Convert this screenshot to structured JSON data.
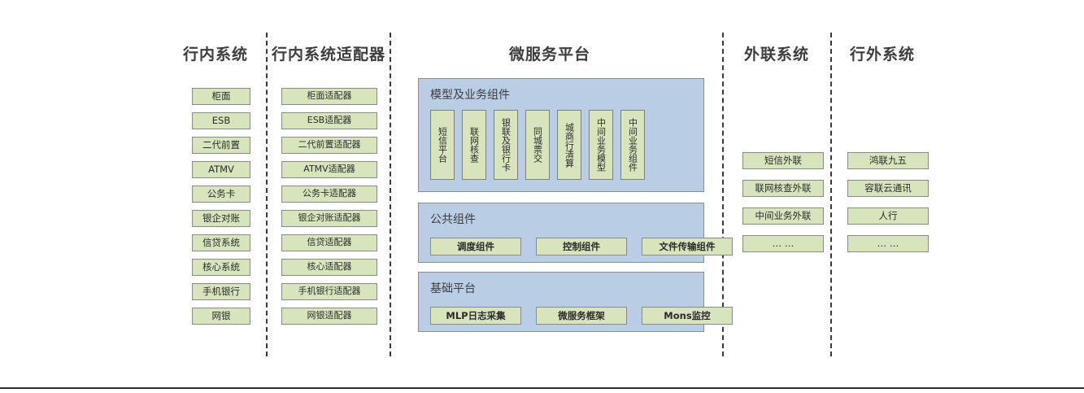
{
  "columns": [
    {
      "id": "intra-bank-systems",
      "title": "行内系统",
      "items": [
        "柜面",
        "ESB",
        "二代前置",
        "ATMV",
        "公务卡",
        "银企对账",
        "信贷系统",
        "核心系统",
        "手机银行",
        "网银"
      ]
    },
    {
      "id": "intra-bank-adapters",
      "title": "行内系统适配器",
      "items": [
        "柜面适配器",
        "ESB适配器",
        "二代前置适配器",
        "ATMV适配器",
        "公务卡适配器",
        "银企对账适配器",
        "信贷适配器",
        "核心适配器",
        "手机银行适配器",
        "网银适配器"
      ]
    },
    {
      "id": "microservice-platform",
      "title": "微服务平台",
      "panels": [
        {
          "id": "model-and-business-components",
          "label": "模型及业务组件",
          "orientation": "vertical",
          "items": [
            "短信平台",
            "联网核查",
            "银联及银行卡",
            "同城票交",
            "城商行清算",
            "中间业务模型",
            "中间业务组件"
          ]
        },
        {
          "id": "public-components",
          "label": "公共组件",
          "orientation": "horizontal",
          "items": [
            "调度组件",
            "控制组件",
            "文件传输组件"
          ]
        },
        {
          "id": "base-platform",
          "label": "基础平台",
          "orientation": "horizontal",
          "items": [
            "MLP日志采集",
            "微服务框架",
            "Mons监控"
          ]
        }
      ]
    },
    {
      "id": "external-link-systems",
      "title": "外联系统",
      "items": [
        "短信外联",
        "联网核查外联",
        "中间业务外联",
        "… …"
      ]
    },
    {
      "id": "extra-bank-systems",
      "title": "行外系统",
      "items": [
        "鸿联九五",
        "容联云通讯",
        "人行",
        "… …"
      ]
    }
  ],
  "colors": {
    "node_fill": "#d8e4bc",
    "node_border": "#8a8a8a",
    "panel_fill": "#b9cde5",
    "panel_border": "#8d8d8d",
    "title_text": "#3d3d3d",
    "divider": "#3a3a3a"
  }
}
